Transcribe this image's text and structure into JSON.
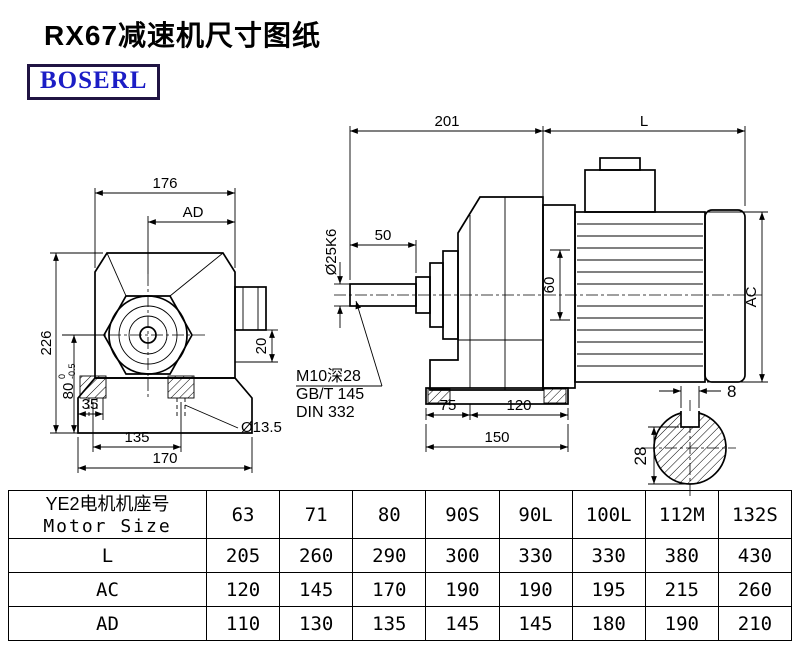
{
  "page": {
    "title": "RX67减速机尺寸图纸",
    "logo_text": "BOSERL"
  },
  "front_view": {
    "dims": {
      "width_top": "176",
      "ad": "AD",
      "height": "226",
      "d80": "80",
      "d80_tol_upper": "0",
      "d80_tol_lower": "-0.5",
      "d20": "20",
      "d35": "35",
      "d135": "135",
      "d170": "170",
      "hole": "Ø13.5"
    }
  },
  "side_view": {
    "dims": {
      "d201": "201",
      "L": "L",
      "d50": "50",
      "shaft_dia": "Ø25K6",
      "d60": "60",
      "ac": "AC",
      "d75": "75",
      "d120": "120",
      "d150": "150"
    },
    "notes": [
      "M10深28",
      "GB/T 145",
      "DIN 332"
    ]
  },
  "detail_view": {
    "dims": {
      "key_width": "8",
      "d28": "28"
    }
  },
  "table": {
    "header": {
      "line1": "YE2电机机座号",
      "line2": "Motor Size"
    },
    "columns": [
      "63",
      "71",
      "80",
      "90S",
      "90L",
      "100L",
      "112M",
      "132S"
    ],
    "rows": [
      {
        "label": "L",
        "values": [
          "205",
          "260",
          "290",
          "300",
          "330",
          "330",
          "380",
          "430"
        ]
      },
      {
        "label": "AC",
        "values": [
          "120",
          "145",
          "170",
          "190",
          "190",
          "195",
          "215",
          "260"
        ]
      },
      {
        "label": "AD",
        "values": [
          "110",
          "130",
          "135",
          "145",
          "145",
          "180",
          "190",
          "210"
        ]
      }
    ]
  }
}
